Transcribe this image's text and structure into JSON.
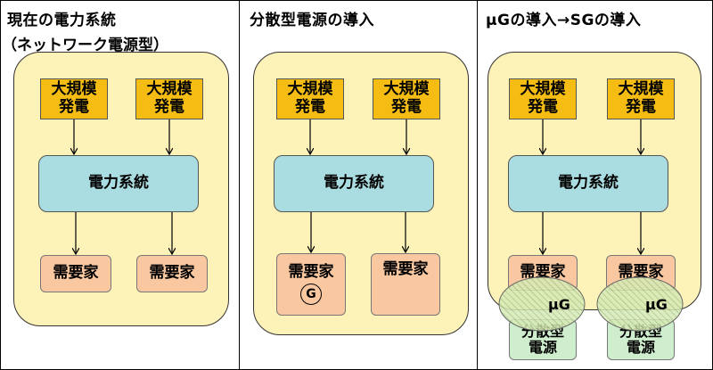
{
  "panels": [
    {
      "title": "現在の電力系統",
      "subtitle": "（ネットワーク電源型）",
      "generators": [
        "大規模\n発電",
        "大規模\n発電"
      ],
      "grid": "電力系統",
      "consumers": [
        "需要家",
        "需要家"
      ]
    },
    {
      "title": "分散型電源の導入",
      "generators": [
        "大規模\n発電",
        "大規模\n発電"
      ],
      "grid": "電力系統",
      "consumers": [
        "需要家",
        "需要家"
      ],
      "generator_symbol": "G"
    },
    {
      "title": "μGの導入→SGの導入",
      "generators": [
        "大規模\n発電",
        "大規模\n発電"
      ],
      "grid": "電力系統",
      "consumers": [
        "需要家",
        "需要家"
      ],
      "microgrid_label": "μG",
      "distributed": [
        "分散型\n電源",
        "分散型\n電源"
      ]
    }
  ],
  "colors": {
    "background_region": "#fdf2b8",
    "generator": "#f5bd14",
    "grid": "#aadde2",
    "consumer": "#f9c8a0",
    "distributed": "#cfeecd",
    "microgrid_ellipse": "#c6dfa4"
  }
}
